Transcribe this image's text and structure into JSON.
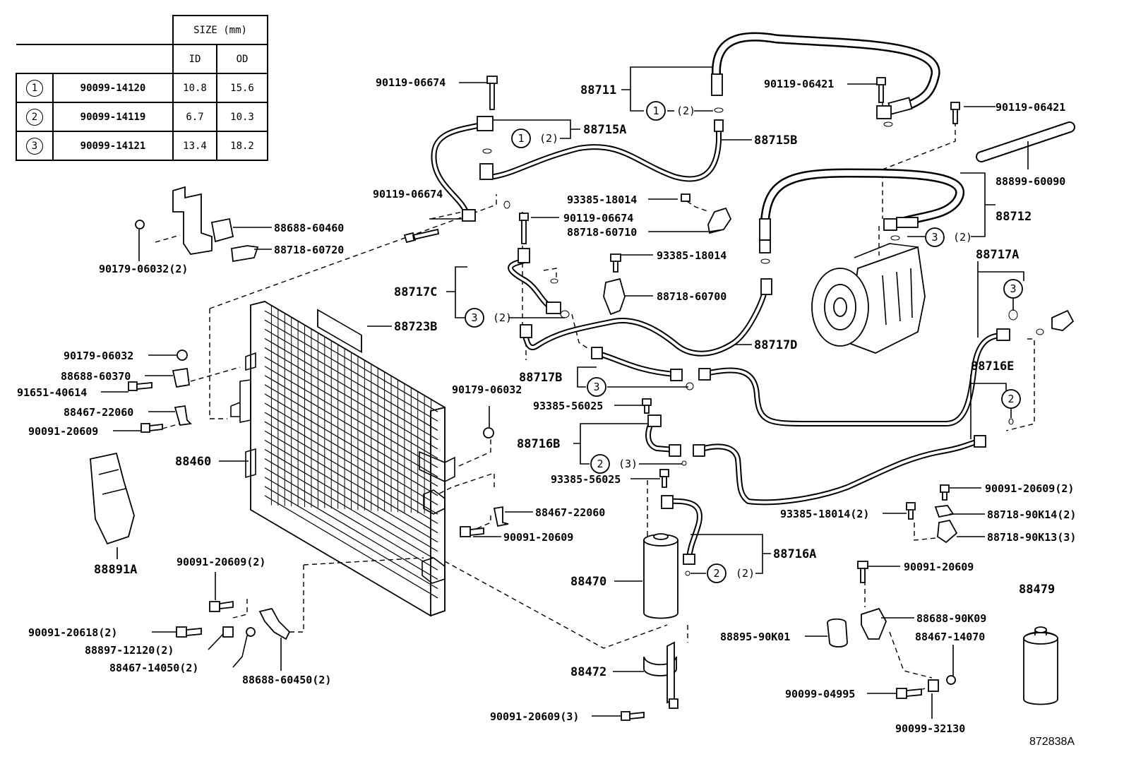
{
  "size_table": {
    "header": "SIZE (mm)",
    "col_id": "ID",
    "col_od": "OD",
    "rows": [
      {
        "mark": "1",
        "part": "90099-14120",
        "id": "10.8",
        "od": "15.6"
      },
      {
        "mark": "2",
        "part": "90099-14119",
        "id": "6.7",
        "od": "10.3"
      },
      {
        "mark": "3",
        "part": "90099-14121",
        "id": "13.4",
        "od": "18.2"
      }
    ]
  },
  "labels": {
    "p88711": "88711",
    "p88715A": "88715A",
    "p88715B": "88715B",
    "p88712": "88712",
    "p88717A": "88717A",
    "p88717B": "88717B",
    "p88717C": "88717C",
    "p88717D": "88717D",
    "p88716A": "88716A",
    "p88716B": "88716B",
    "p88716E": "88716E",
    "p88723B": "88723B",
    "p88460": "88460",
    "p88891A": "88891A",
    "p88470": "88470",
    "p88472": "88472",
    "p88479": "88479",
    "b90119_06674_a": "90119-06674",
    "b90119_06674_b": "90119-06674",
    "b90119_06674_c": "90119-06674",
    "b90119_06421_a": "90119-06421",
    "b90119_06421_b": "90119-06421",
    "p88899_60090": "88899-60090",
    "p93385_18014_a": "93385-18014",
    "p88718_60710": "88718-60710",
    "p93385_18014_b": "93385-18014",
    "p88718_60700": "88718-60700",
    "p88688_60460": "88688-60460",
    "p88718_60720": "88718-60720",
    "p90179_06032_2": "90179-06032(2)",
    "p90179_06032_a": "90179-06032",
    "p88688_60370": "88688-60370",
    "p91651_40614": "91651-40614",
    "p88467_22060_a": "88467-22060",
    "p90091_20609_a": "90091-20609",
    "p90179_06032_b": "90179-06032",
    "p93385_56025_a": "93385-56025",
    "p93385_56025_b": "93385-56025",
    "p88467_22060_b": "88467-22060",
    "p90091_20609_b": "90091-20609",
    "p90091_20609_2a": "90091-20609(2)",
    "p90091_20618_2": "90091-20618(2)",
    "p88897_12120_2": "88897-12120(2)",
    "p88467_14050_2": "88467-14050(2)",
    "p88688_60450_2": "88688-60450(2)",
    "p90091_20609_3": "90091-20609(3)",
    "p90091_20609_2b": "90091-20609(2)",
    "p93385_18014_2": "93385-18014(2)",
    "p88718_90K14_2": "88718-90K14(2)",
    "p88718_90K13_3": "88718-90K13(3)",
    "p90091_20609_c": "90091-20609",
    "p88688_90K09": "88688-90K09",
    "p88895_90K01": "88895-90K01",
    "p88467_14070": "88467-14070",
    "p90099_04995": "90099-04995",
    "p90099_32130": "90099-32130",
    "ref": "872838A",
    "o1": "1",
    "o1b": "1",
    "o2": "2",
    "o2b": "2",
    "o2c": "2",
    "o3": "3",
    "o3b": "3",
    "o3c": "3",
    "o3d": "3",
    "q2": "(2)",
    "q2b": "(2)",
    "q2c": "(2)",
    "q2d": "(2)",
    "q2e": "(2)",
    "q3": "(3)"
  }
}
